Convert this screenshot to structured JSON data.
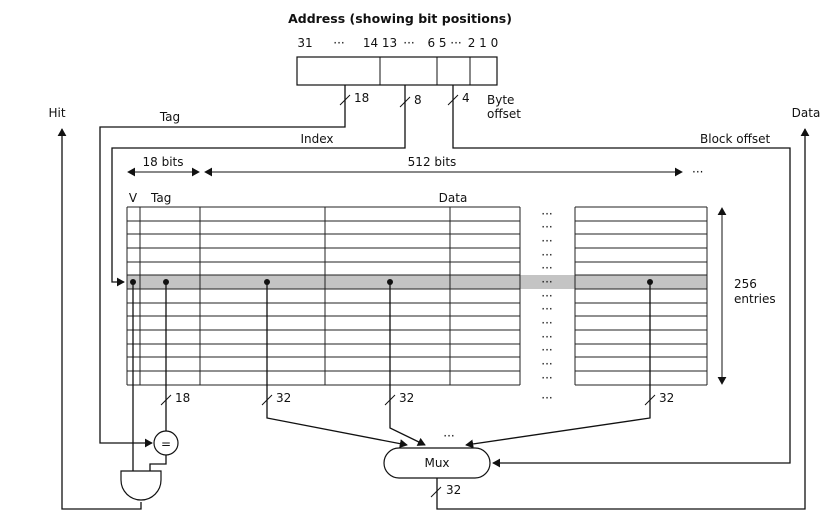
{
  "figure": {
    "title": "Address (showing bit positions)",
    "ellipsis": "···",
    "bits": {
      "b31": "31",
      "b14_13": "14 13",
      "b6_5": "6 5",
      "b210": "2 1 0"
    },
    "signals": {
      "hit": "Hit",
      "tag": "Tag",
      "index": "Index",
      "block_offset": "Block offset",
      "byte_line1": "Byte",
      "byte_line2": "offset",
      "data": "Data"
    },
    "bus_widths": {
      "tag": "18",
      "index": "8",
      "block": "4",
      "tag_row": "18",
      "word1": "32",
      "word2": "32",
      "word_last": "32",
      "mux_out": "32"
    },
    "array": {
      "v_header": "V",
      "tag_header": "Tag",
      "data_header": "Data",
      "tag_width": "18 bits",
      "data_width": "512 bits",
      "entries_value": "256",
      "entries_label": "entries"
    },
    "components": {
      "mux": "Mux",
      "comparator": "="
    }
  }
}
